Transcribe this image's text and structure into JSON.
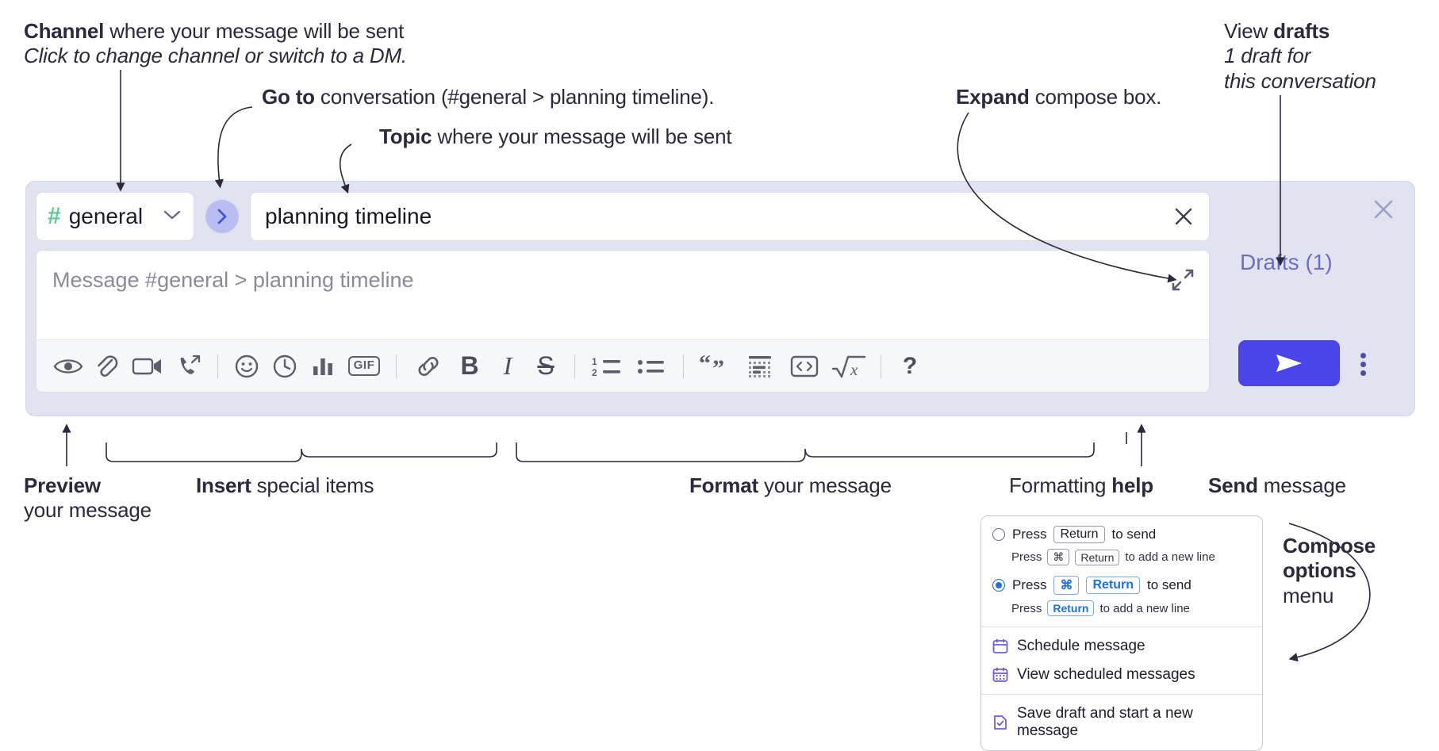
{
  "annotations": {
    "channel_title_bold": "Channel",
    "channel_title_rest": " where your message will be sent",
    "channel_sub": "Click to change channel or switch to a DM.",
    "goto_bold": "Go to",
    "goto_rest": " conversation (#general > planning timeline).",
    "topic_bold": "Topic",
    "topic_rest": " where your message will be sent",
    "expand_bold": "Expand",
    "expand_rest": " compose box.",
    "drafts_title_rest": "View ",
    "drafts_title_bold": "drafts",
    "drafts_sub_line1": "1 draft for",
    "drafts_sub_line2": "this conversation",
    "preview_bold": "Preview",
    "preview_rest": "your message",
    "insert_bold": "Insert",
    "insert_rest": " special items",
    "format_bold": "Format",
    "format_rest": " your message",
    "help_rest": "Formatting ",
    "help_bold": "help",
    "send_bold": "Send",
    "send_rest": " message",
    "compose_bold_line1": "Compose",
    "compose_bold_line2": "options",
    "compose_rest": "menu"
  },
  "composer": {
    "channel_name": "general",
    "channel_hash": "#",
    "topic_value": "planning timeline",
    "message_placeholder": "Message #general > planning timeline",
    "drafts_label": "Drafts (1)",
    "toolbar_left": [
      {
        "name": "preview-icon",
        "title": "Preview"
      },
      {
        "name": "attachment-icon",
        "title": "Attach file"
      },
      {
        "name": "video-icon",
        "title": "Record video clip"
      },
      {
        "name": "audio-call-icon",
        "title": "Record audio clip"
      }
    ],
    "toolbar_insert": [
      {
        "name": "emoji-icon",
        "title": "Emoji"
      },
      {
        "name": "clock-icon",
        "title": "Reminder"
      },
      {
        "name": "poll-icon",
        "title": "Poll"
      },
      {
        "name": "gif-icon",
        "title": "GIF",
        "label": "GIF"
      }
    ],
    "toolbar_format": [
      {
        "name": "link-icon",
        "title": "Link"
      },
      {
        "name": "bold-icon",
        "title": "Bold",
        "label": "B"
      },
      {
        "name": "italic-icon",
        "title": "Italic",
        "label": "I"
      },
      {
        "name": "strikethrough-icon",
        "title": "Strikethrough",
        "label": "S"
      },
      {
        "name": "ordered-list-icon",
        "title": "Ordered list"
      },
      {
        "name": "bulleted-list-icon",
        "title": "Bulleted list"
      },
      {
        "name": "blockquote-icon",
        "title": "Blockquote"
      },
      {
        "name": "code-block-icon",
        "title": "Code block"
      },
      {
        "name": "code-icon",
        "title": "Code"
      },
      {
        "name": "math-icon",
        "title": "Math"
      }
    ],
    "help_label": "?"
  },
  "options_menu": {
    "option_1": {
      "press": "Press",
      "key": "Return",
      "suffix": "to send",
      "selected": false,
      "sub_press": "Press",
      "sub_key_cmd": "⌘",
      "sub_key_return": "Return",
      "sub_suffix": "to add a new line"
    },
    "option_2": {
      "press": "Press",
      "key_cmd": "⌘",
      "key_return": "Return",
      "suffix": "to send",
      "selected": true,
      "sub_press": "Press",
      "sub_key_return": "Return",
      "sub_suffix": "to add a new line"
    },
    "items": [
      {
        "label": "Schedule message",
        "icon": "calendar-icon"
      },
      {
        "label": "View scheduled messages",
        "icon": "calendar-grid-icon"
      },
      {
        "label": "Save draft and start a new message",
        "icon": "draft-check-icon"
      }
    ]
  },
  "colors": {
    "accent_purple": "#4a45e8",
    "drafts_purple": "#6b6ec6",
    "hash_green": "#5ecb94",
    "panel_bg": "#e2e3f0",
    "radio_blue": "#1f6fe5"
  }
}
